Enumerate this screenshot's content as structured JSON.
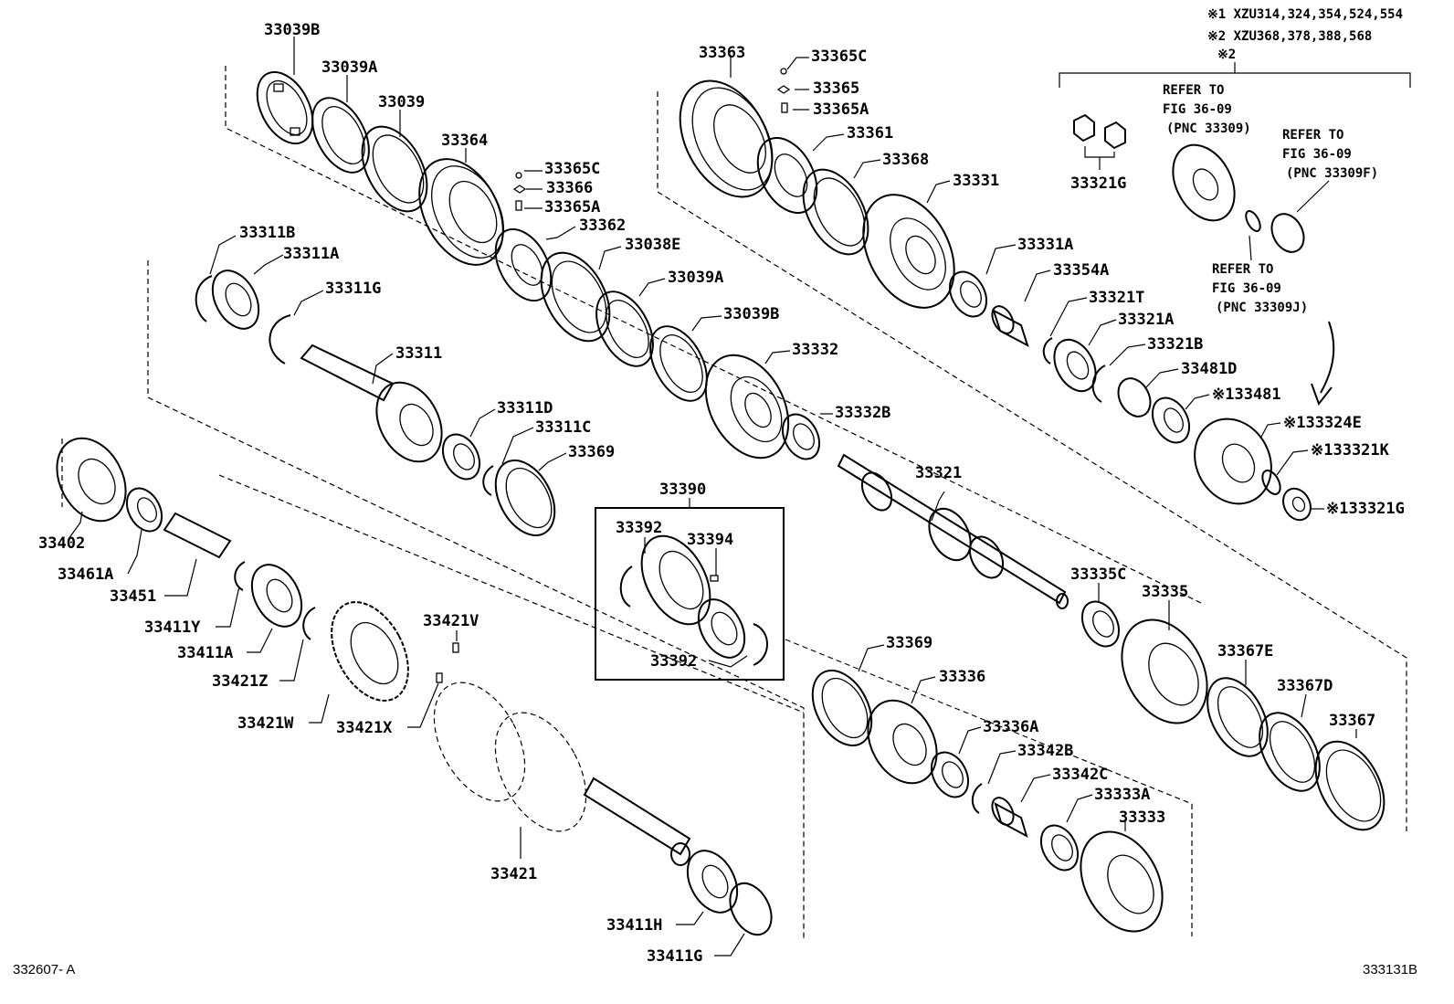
{
  "labels": {
    "p33039b_top": "33039B",
    "p33039a_top": "33039A",
    "p33039_top": "33039",
    "p33364": "33364",
    "p33365c_mid": "33365C",
    "p33366": "33366",
    "p33365a_mid": "33365A",
    "p33362": "33362",
    "p33038e": "33038E",
    "p33039a_mid": "33039A",
    "p33039b_mid": "33039B",
    "p33332": "33332",
    "p33332b": "33332B",
    "p33311b": "33311B",
    "p33311a": "33311A",
    "p33311g": "33311G",
    "p33311": "33311",
    "p33311d": "33311D",
    "p33311c": "33311C",
    "p33369_mid": "33369",
    "p33363": "33363",
    "p33365c_top": "33365C",
    "p33365": "33365",
    "p33365a_top": "33365A",
    "p33361": "33361",
    "p33368": "33368",
    "p33331": "33331",
    "p33331a": "33331A",
    "p33354a": "33354A",
    "p33321t": "33321T",
    "p33321a": "33321A",
    "p33321b": "33321B",
    "p33481d": "33481D",
    "p33481": "※133481",
    "p33321g_top": "33321G",
    "p33324e": "※133324E",
    "p33321k": "※133321K",
    "p33321g_low": "※133321G",
    "p33321": "33321",
    "p33335c": "33335C",
    "p33335": "33335",
    "p33367e": "33367E",
    "p33367d": "33367D",
    "p33367": "33367",
    "p33390": "33390",
    "p33392_top": "33392",
    "p33394": "33394",
    "p33392_low": "33392",
    "p33402": "33402",
    "p33461a": "33461A",
    "p33451": "33451",
    "p33411y": "33411Y",
    "p33411a": "33411A",
    "p33421z": "33421Z",
    "p33421w": "33421W",
    "p33421v": "33421V",
    "p33421x": "33421X",
    "p33421": "33421",
    "p33411h": "33411H",
    "p33411g": "33411G",
    "p33369_low": "33369",
    "p33336": "33336",
    "p33336a": "33336A",
    "p33342b": "33342B",
    "p33342c": "33342C",
    "p33333a": "33333A",
    "p33333": "33333"
  },
  "notes": {
    "note1": "※1 XZU314,324,354,524,554",
    "note2": "※2 XZU368,378,388,568",
    "bracket": "※2",
    "ref1_a": "REFER TO",
    "ref1_b": "FIG 36-09",
    "ref1_c": "(PNC 33309)",
    "ref2_a": "REFER TO",
    "ref2_b": "FIG 36-09",
    "ref2_c": "(PNC 33309F)",
    "ref3_a": "REFER TO",
    "ref3_b": "FIG 36-09",
    "ref3_c": "(PNC 33309J)"
  },
  "footer": {
    "left_code": "332607- A",
    "right_code": "333131B"
  }
}
